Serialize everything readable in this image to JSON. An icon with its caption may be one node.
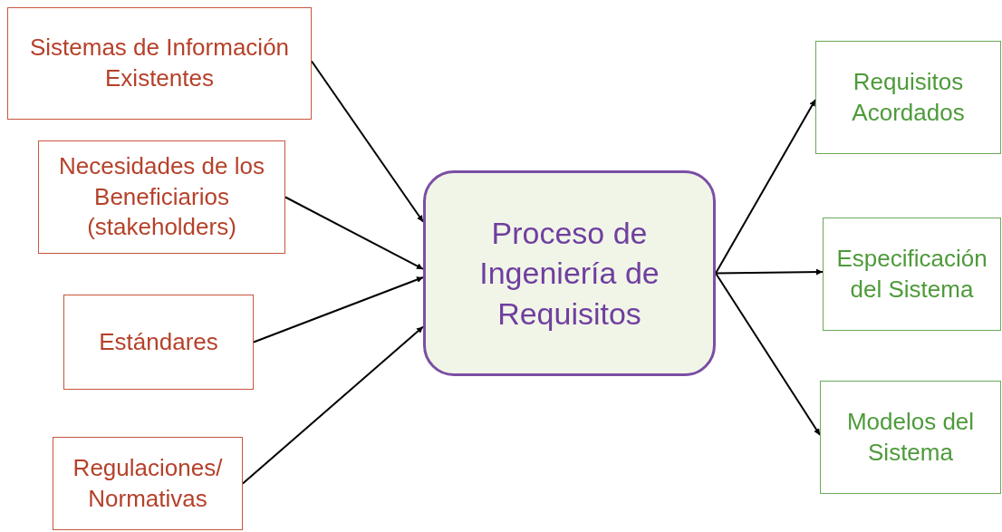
{
  "diagram": {
    "nodes": [
      {
        "text": [
          "Sistemas de Información Existentes"
        ]
      },
      {
        "text": [
          "Necesidades de los Beneficiarios (stakeholders)"
        ]
      },
      {
        "text": [
          "Estándares"
        ]
      },
      {
        "text": [
          "Regulaciones/ Normativas"
        ]
      },
      {
        "text": [
          "Proceso de Ingeniería de Requisitos"
        ]
      },
      {
        "text": [
          "Requisitos Acordados"
        ]
      },
      {
        "text": [
          "Especificación del Sistema"
        ]
      },
      {
        "text": [
          "Modelos del Sistema"
        ]
      }
    ],
    "edges": [
      {
        "from": 0,
        "to": 4,
        "arrow": "to"
      },
      {
        "from": 1,
        "to": 4,
        "arrow": "to"
      },
      {
        "from": 2,
        "to": 4,
        "arrow": "to"
      },
      {
        "from": 3,
        "to": 4,
        "arrow": "to"
      },
      {
        "from": 4,
        "to": 5,
        "arrow": "to"
      },
      {
        "from": 4,
        "to": 6,
        "arrow": "to"
      },
      {
        "from": 4,
        "to": 7,
        "arrow": "to"
      }
    ]
  }
}
